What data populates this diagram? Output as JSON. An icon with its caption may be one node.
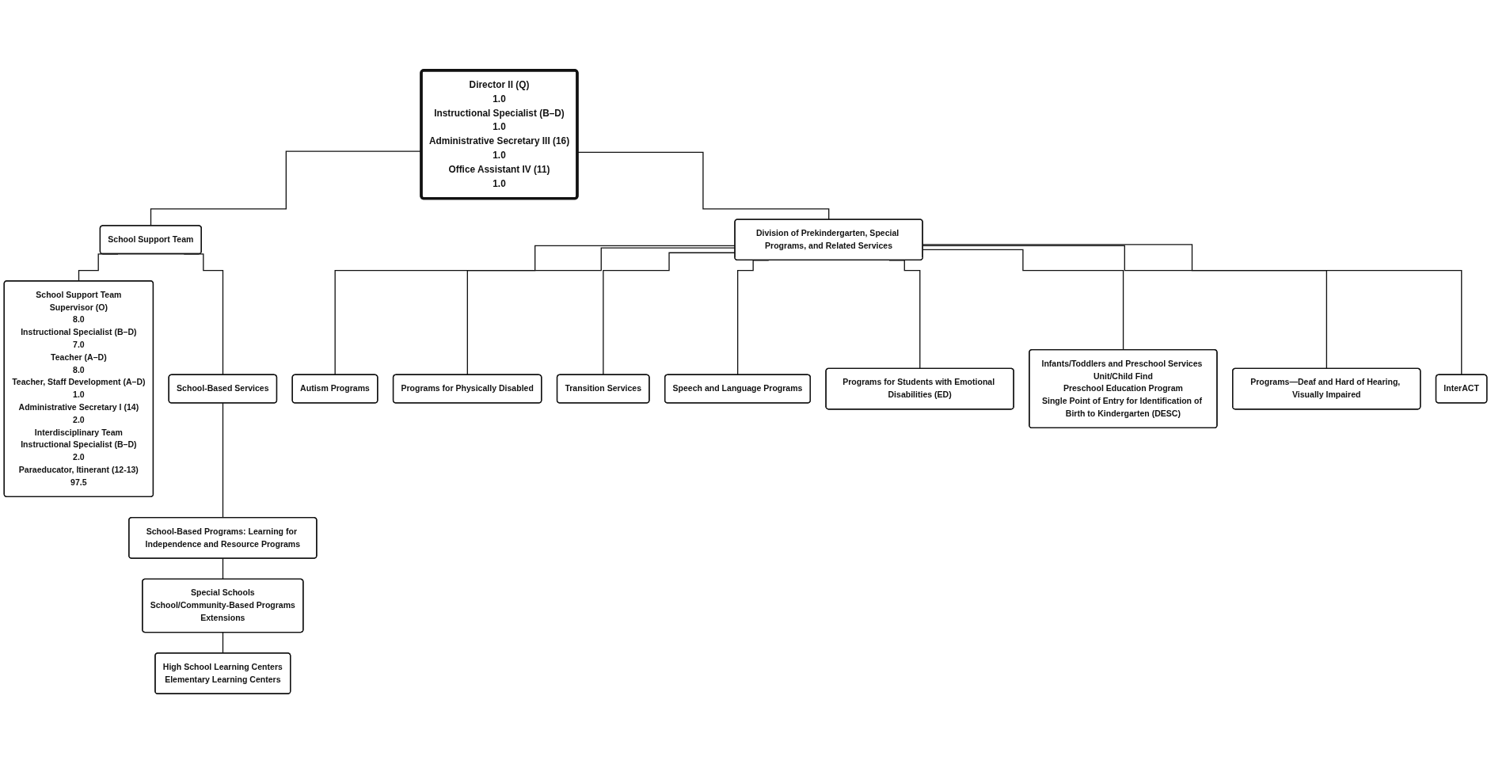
{
  "diagram": {
    "nodes": [
      {
        "text": [
          "Director II (Q)",
          "1.0",
          "Instructional Specialist (B–D)",
          "1.0",
          "Administrative Secretary III (16)",
          "1.0",
          "Office Assistant IV (11)",
          "1.0"
        ]
      },
      {
        "text": [
          "School Support Team"
        ]
      },
      {
        "text": [
          "Division of Prekindergarten, Special Programs, and Related Services"
        ]
      },
      {
        "text": [
          "School Support Team",
          "Supervisor (O)",
          "8.0",
          "Instructional Specialist (B–D)",
          "7.0",
          "Teacher (A–D)",
          "8.0",
          "Teacher, Staff Development (A–D)",
          "1.0",
          "Administrative Secretary I (14)",
          "2.0",
          "Interdisciplinary Team",
          "Instructional Specialist (B–D)",
          "2.0",
          "Paraeducator, Itinerant (12-13)",
          "97.5"
        ]
      },
      {
        "text": [
          "School-Based Services"
        ]
      },
      {
        "text": [
          "School-Based Programs: Learning for Independence and Resource Programs"
        ]
      },
      {
        "text": [
          "Special Schools",
          "School/Community-Based Programs",
          "Extensions"
        ]
      },
      {
        "text": [
          "High School Learning Centers",
          "Elementary Learning Centers"
        ]
      },
      {
        "text": [
          "Autism Programs"
        ]
      },
      {
        "text": [
          "Programs for Physically Disabled"
        ]
      },
      {
        "text": [
          "Transition Services"
        ]
      },
      {
        "text": [
          "Speech and Language Programs"
        ]
      },
      {
        "text": [
          "Programs for Students with Emotional Disabilities (ED)"
        ]
      },
      {
        "text": [
          "Infants/Toddlers and Preschool Services Unit/Child Find",
          "Preschool Education Program",
          "Single Point of Entry for Identification of Birth to Kindergarten (DESC)"
        ]
      },
      {
        "text": [
          "Programs—Deaf and Hard of Hearing, Visually Impaired"
        ]
      },
      {
        "text": [
          "InterACT"
        ]
      }
    ],
    "edges": [
      {
        "from": 0,
        "to": 1,
        "arrow": "none"
      },
      {
        "from": 0,
        "to": 2,
        "arrow": "none"
      },
      {
        "from": 1,
        "to": 3,
        "arrow": "none"
      },
      {
        "from": 1,
        "to": 4,
        "arrow": "none"
      },
      {
        "from": 4,
        "to": 5,
        "arrow": "none"
      },
      {
        "from": 5,
        "to": 6,
        "arrow": "none"
      },
      {
        "from": 6,
        "to": 7,
        "arrow": "none"
      },
      {
        "from": 2,
        "to": 8,
        "arrow": "none"
      },
      {
        "from": 2,
        "to": 9,
        "arrow": "none"
      },
      {
        "from": 2,
        "to": 10,
        "arrow": "none"
      },
      {
        "from": 2,
        "to": 11,
        "arrow": "none"
      },
      {
        "from": 2,
        "to": 12,
        "arrow": "none"
      },
      {
        "from": 2,
        "to": 13,
        "arrow": "none"
      },
      {
        "from": 2,
        "to": 14,
        "arrow": "none"
      },
      {
        "from": 2,
        "to": 15,
        "arrow": "none"
      }
    ]
  }
}
